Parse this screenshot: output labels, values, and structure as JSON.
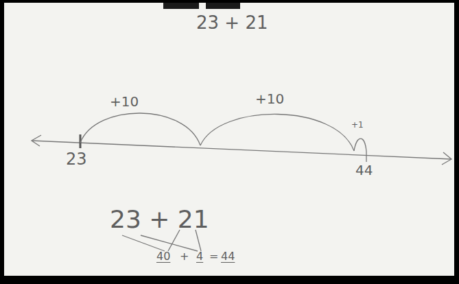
{
  "diagram": {
    "title": "23 + 21",
    "labels": [
      "+10",
      "+10",
      "+1",
      "23",
      "44",
      "23 + 21",
      "40",
      "+",
      "4",
      "=",
      "44"
    ]
  }
}
